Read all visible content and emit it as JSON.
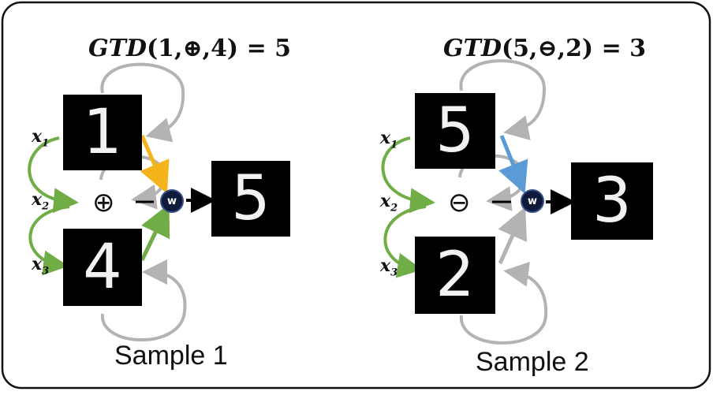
{
  "sample1": {
    "formula_fn": "GTD",
    "formula_args": "(1,⊕,4)",
    "formula_eq": " = 5",
    "input_top": "1",
    "input_bottom": "4",
    "operator": "⊕",
    "output": "5",
    "node": "w",
    "caption": "Sample 1",
    "vars": [
      "x",
      "x",
      "x"
    ],
    "var_subs": [
      "1",
      "2",
      "3"
    ],
    "colors": {
      "recurrent": "#b3b3b3",
      "input": "#70ad47",
      "highlight": "#f5b31c"
    }
  },
  "sample2": {
    "formula_fn": "GTD",
    "formula_args": "(5,⊖,2)",
    "formula_eq": " = 3",
    "input_top": "5",
    "input_bottom": "2",
    "operator": "⊖",
    "output": "3",
    "node": "w",
    "caption": "Sample 2",
    "vars": [
      "x",
      "x",
      "x"
    ],
    "var_subs": [
      "1",
      "2",
      "3"
    ],
    "colors": {
      "recurrent": "#b3b3b3",
      "input": "#70ad47",
      "highlight": "#5b9bd5"
    }
  }
}
